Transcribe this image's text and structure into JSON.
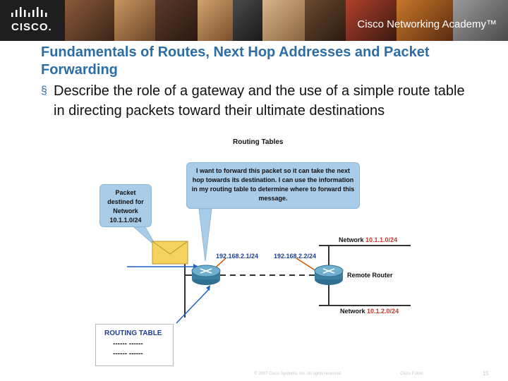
{
  "header": {
    "logo_text": "CISCO.",
    "academy_text": "Cisco Networking Academy™"
  },
  "slide": {
    "title": "Fundamentals of Routes, Next Hop Addresses and Packet Forwarding",
    "bullet_mark": "§",
    "bullet_text": "Describe the role of a gateway and the use of a simple route table in directing packets toward their ultimate destinations"
  },
  "diagram": {
    "title": "Routing Tables",
    "callout_router": "I want to forward this packet so it can take the next hop towards its destination. I can use the information in my routing table to determine where to forward this message.",
    "callout_packet": "Packet destined for Network 10.1.1.0/24",
    "ip_local": "192.168.2.1/24",
    "ip_remote": "192.168.2.2/24",
    "remote_router_label": "Remote Router",
    "network_top_prefix": "Network",
    "network_top_addr": "10.1.1.0/24",
    "network_bottom_prefix": "Network",
    "network_bottom_addr": "10.1.2.0/24",
    "routing_table_title": "ROUTING TABLE",
    "routing_table_row1": "------ ------",
    "routing_table_row2": "------ ------"
  },
  "footer": {
    "copyright": "© 2007 Cisco Systems, Inc. All rights reserved.",
    "classification": "Cisco Public",
    "page_number": "15"
  },
  "colors": {
    "title": "#2e6da4",
    "callout": "#a9cce8",
    "network_addr": "#c0392b",
    "ip_label": "#1f3f8f"
  }
}
